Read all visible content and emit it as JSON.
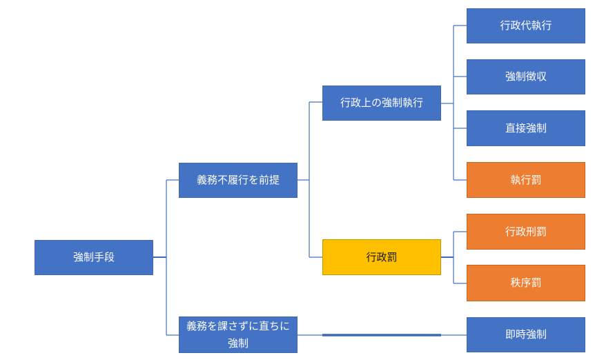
{
  "colors": {
    "blue": "#4472c4",
    "orange": "#ed7d31",
    "yellow": "#ffc000",
    "connector": "#4472c4"
  },
  "nodes": {
    "root": {
      "label": "強制手段",
      "color": "blue"
    },
    "premise": {
      "label": "義務不履行を前提",
      "color": "blue"
    },
    "immediate_parent": {
      "label": "義務を課さずに直ちに強制",
      "color": "blue"
    },
    "admin_enforcement": {
      "label": "行政上の強制執行",
      "color": "blue"
    },
    "admin_penalty": {
      "label": "行政罰",
      "color": "yellow"
    },
    "proxy_execution": {
      "label": "行政代執行",
      "color": "blue"
    },
    "forced_collection": {
      "label": "強制徴収",
      "color": "blue"
    },
    "direct_coercion": {
      "label": "直接強制",
      "color": "blue"
    },
    "execution_fine": {
      "label": "執行罰",
      "color": "orange"
    },
    "admin_criminal_penalty": {
      "label": "行政刑罰",
      "color": "orange"
    },
    "order_penalty": {
      "label": "秩序罰",
      "color": "orange"
    },
    "immediate_coercion": {
      "label": "即時強制",
      "color": "blue"
    }
  }
}
